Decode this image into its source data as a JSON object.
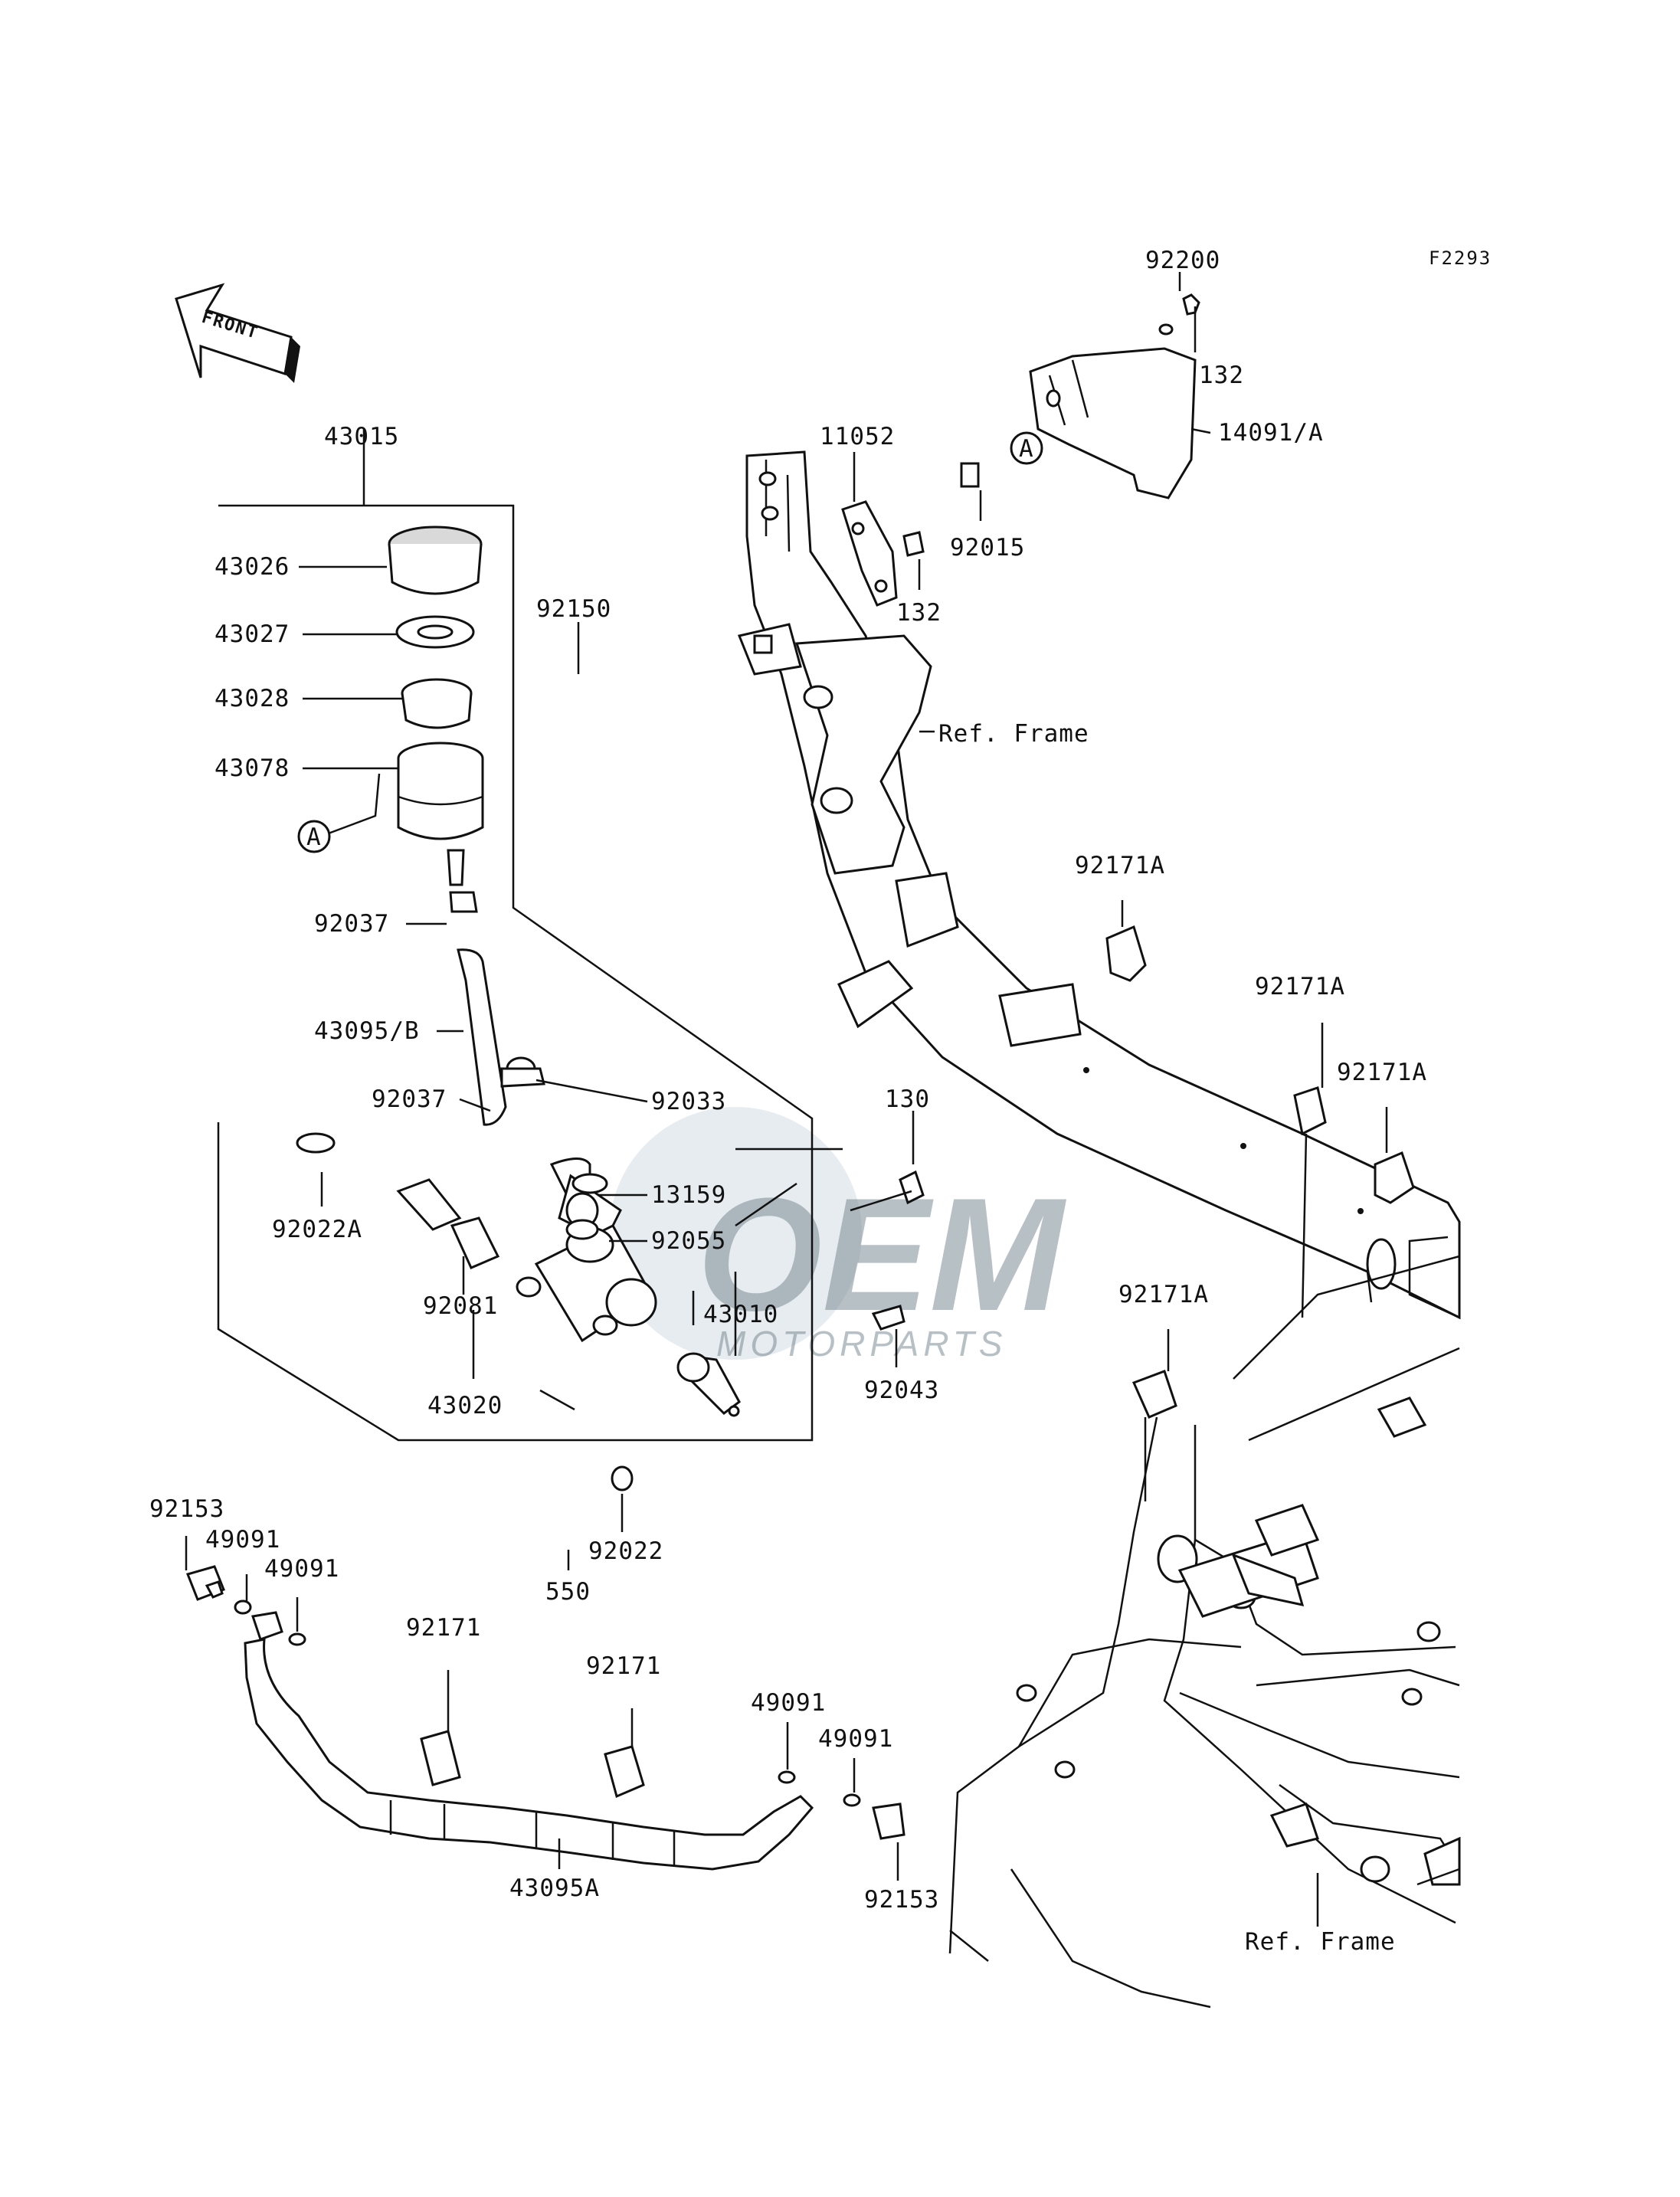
{
  "diagram_code": "F2293",
  "front_label": "FRONT",
  "watermark": {
    "brand": "OEM",
    "sub": "MOTORPARTS"
  },
  "callouts": {
    "p92200": "92200",
    "p132_top": "132",
    "p14091": "14091/A",
    "p11052": "11052",
    "p92015": "92015",
    "p132_mid": "132",
    "ref_frame_top": "Ref. Frame",
    "p43015": "43015",
    "p43026": "43026",
    "p43027": "43027",
    "p43028": "43028",
    "p92150": "92150",
    "p43078": "43078",
    "p92037_a": "92037",
    "p43095b": "43095/B",
    "p92037_b": "92037",
    "p92033": "92033",
    "p130": "130",
    "p13159": "13159",
    "p92022a": "92022A",
    "p92055": "92055",
    "p92081": "92081",
    "p43010": "43010",
    "p43020": "43020",
    "p92043": "92043",
    "p92022": "92022",
    "p550": "550",
    "p92171a_1": "92171A",
    "p92171a_2": "92171A",
    "p92171a_3": "92171A",
    "p92171a_4": "92171A",
    "p92153_l": "92153",
    "p49091_1": "49091",
    "p49091_2": "49091",
    "p92171_1": "92171",
    "p92171_2": "92171",
    "p49091_3": "49091",
    "p49091_4": "49091",
    "p43095a": "43095A",
    "p92153_r": "92153",
    "ref_frame_bottom": "Ref. Frame",
    "marker_a1": "A",
    "marker_a2": "A"
  }
}
